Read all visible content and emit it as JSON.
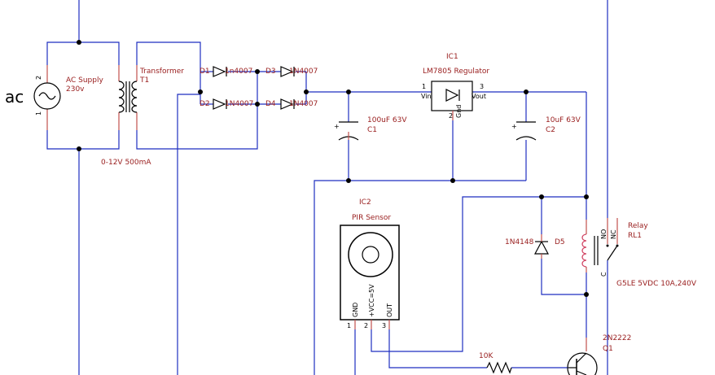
{
  "colors": {
    "wire": "#1f2fc0",
    "component": "#000000",
    "label": "#9a2020",
    "pin_lead": "#c0504d",
    "coil": "#d04060"
  },
  "ac_source": {
    "symbol": "ac",
    "label_line1": "AC Supply",
    "label_line2": "230v",
    "pin1": "1",
    "pin2": "2"
  },
  "transformer": {
    "label": "Transformer",
    "ref": "T1",
    "rating": "0-12V 500mA"
  },
  "bridge": {
    "d1": {
      "ref": "D1",
      "part": "1n4007"
    },
    "d2": {
      "ref": "D2",
      "part": "1N4007"
    },
    "d3": {
      "ref": "D3",
      "part": "1N4007"
    },
    "d4": {
      "ref": "D4",
      "part": "1N4007"
    }
  },
  "regulator": {
    "ref": "IC1",
    "part": "LM7805 Regulator",
    "pin1": "1",
    "pin2": "2",
    "pin3": "3",
    "vin": "Vin",
    "vout": "Vout",
    "gnd": "Gnd"
  },
  "c1": {
    "value": "100uF 63V",
    "ref": "C1"
  },
  "c2": {
    "value": "10uF 63V",
    "ref": "C2"
  },
  "pir": {
    "ref": "IC2",
    "name": "PIR Sensor",
    "pin_gnd": "GND",
    "pin_vcc": "+VCC=5V",
    "pin_out": "OUT",
    "pin1": "1",
    "pin2": "2",
    "pin3": "3"
  },
  "d5": {
    "part": "1N4148",
    "ref": "D5"
  },
  "relay": {
    "label": "Relay",
    "ref": "RL1",
    "no": "NO",
    "nc": "NC",
    "c": "C",
    "rating": "G5LE 5VDC 10A,240V"
  },
  "q1": {
    "part": "2N2222",
    "ref": "Q1"
  },
  "r1": {
    "value": "10K"
  }
}
